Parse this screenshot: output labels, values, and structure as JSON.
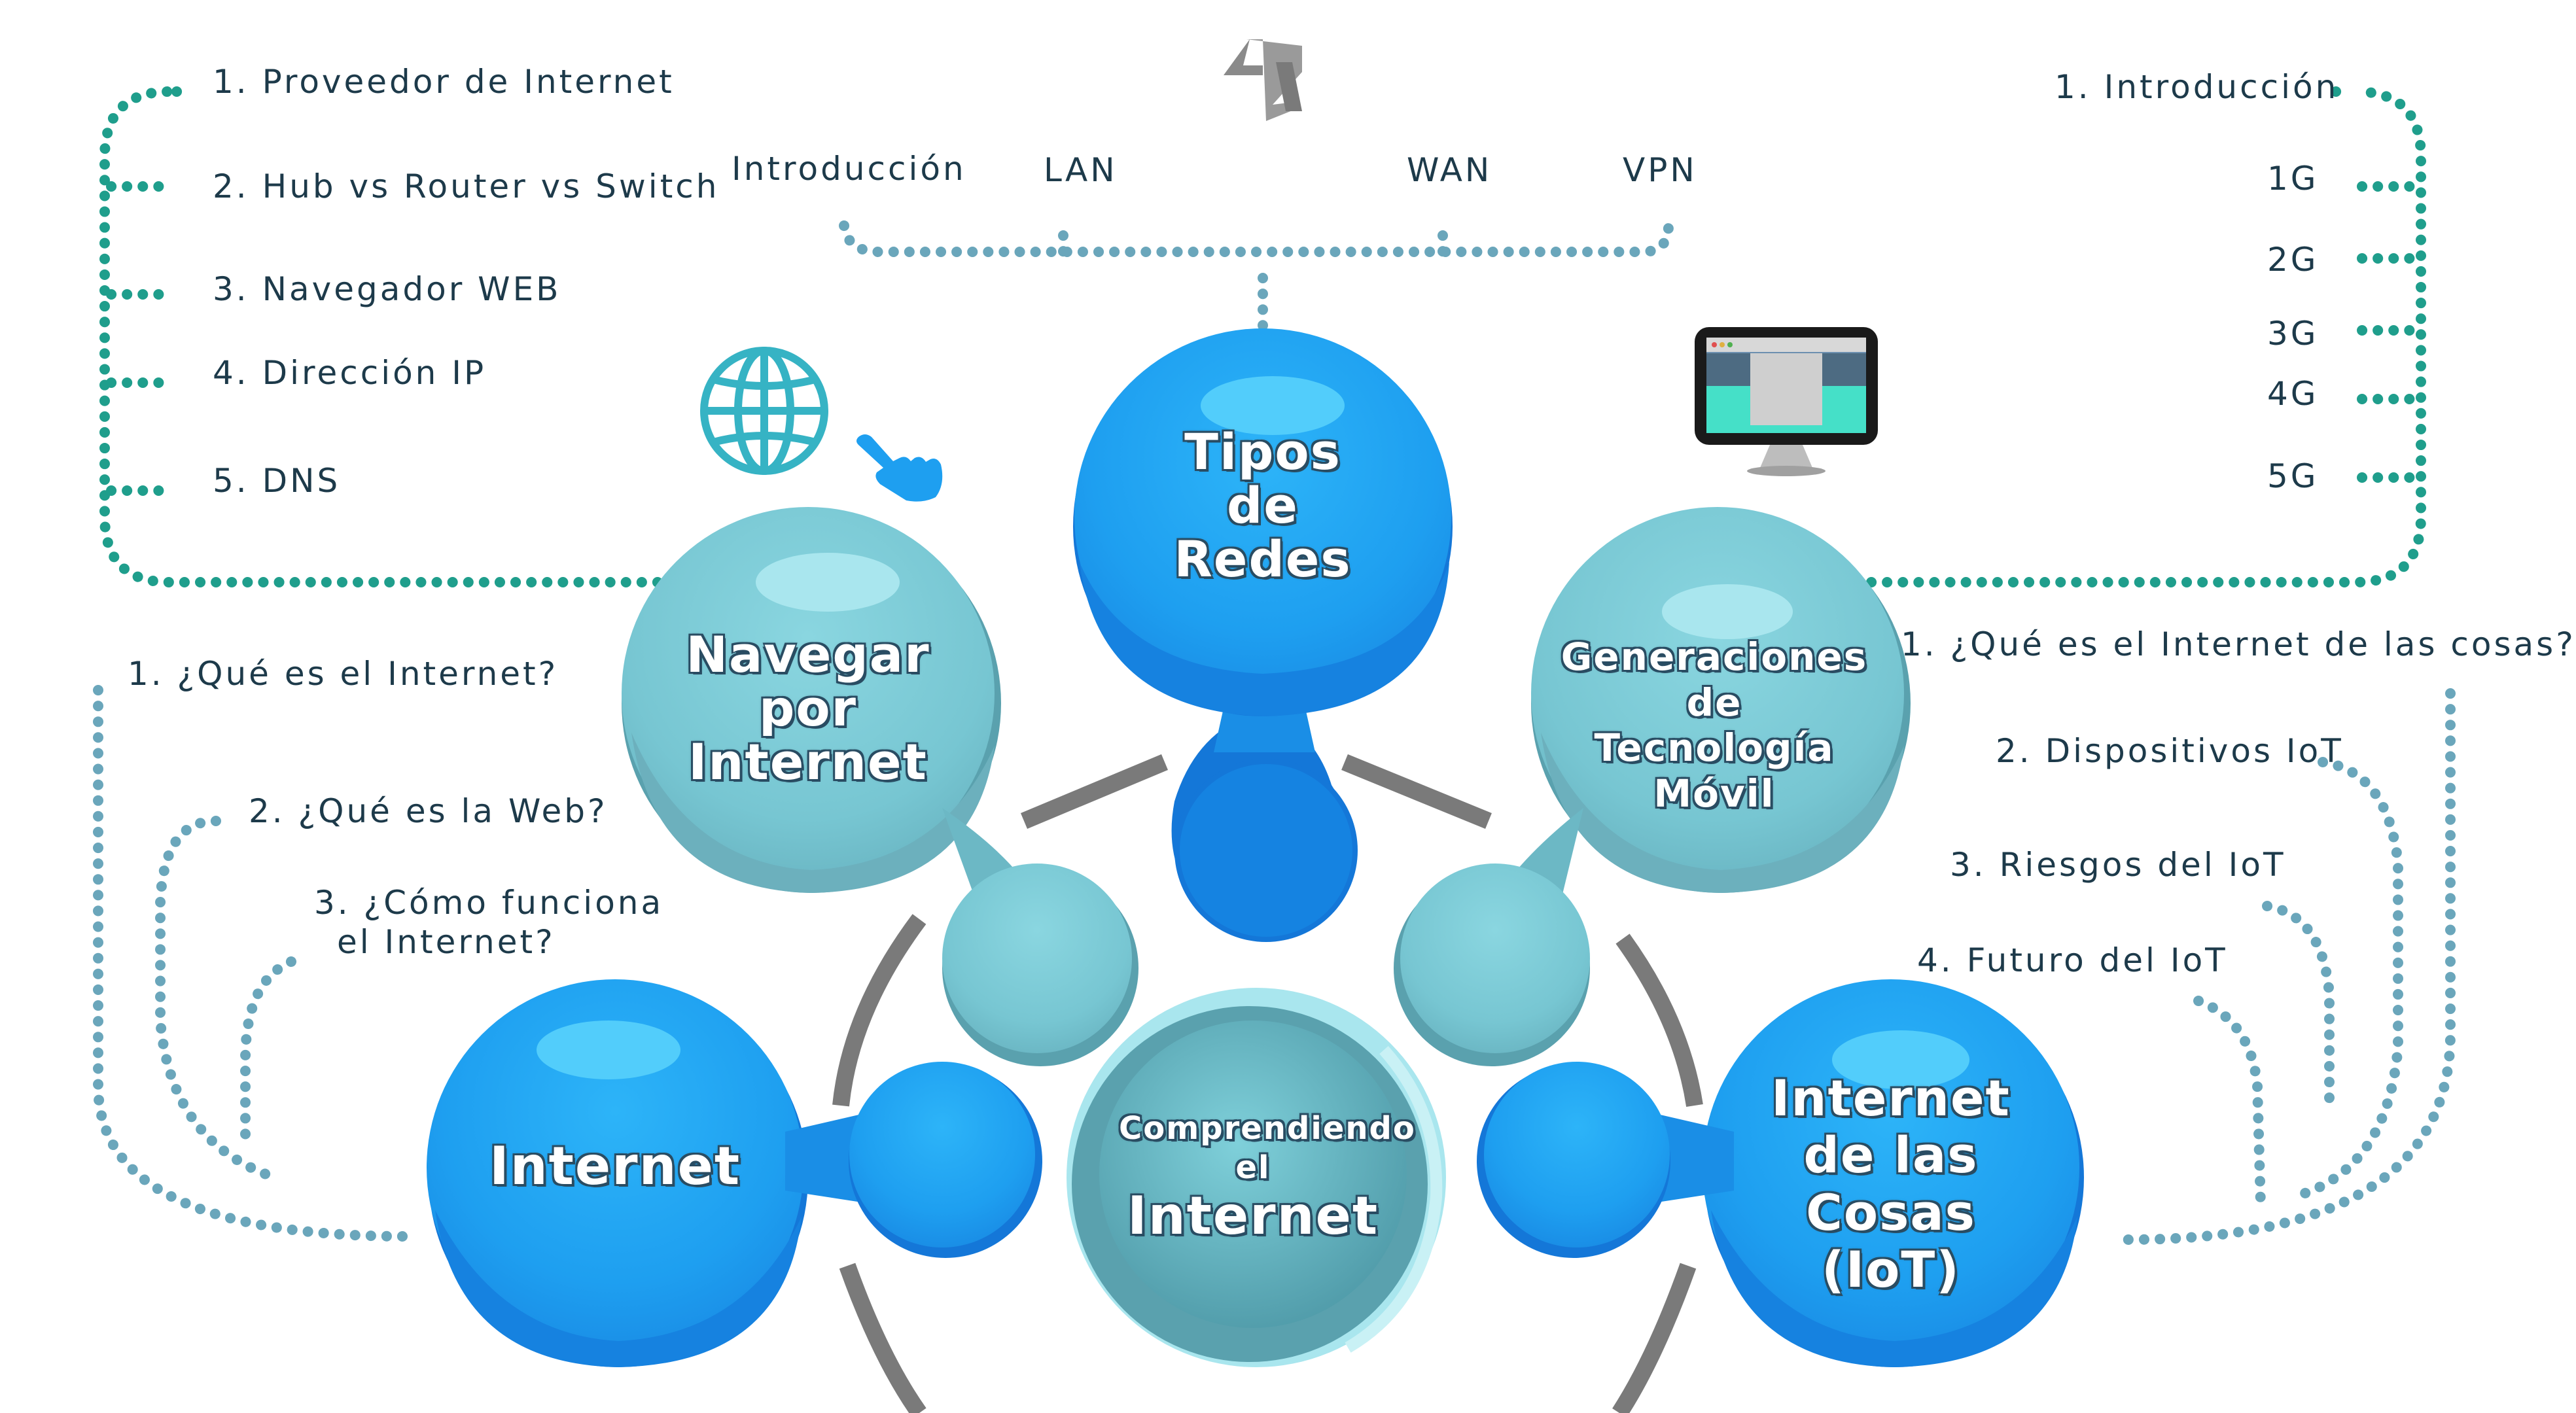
{
  "colors": {
    "blue_main": "#1fa4f2",
    "blue_dark": "#1477d8",
    "blue_light": "#52cdfb",
    "teal_main": "#7ccbd6",
    "teal_dark": "#5aa1ae",
    "teal_light": "#a9e6ee",
    "gray_arc": "#7a7a7a",
    "dots_teal": "#1f9e8c",
    "dots_blue": "#6aa6bb",
    "text": "#1d3a4a"
  },
  "nodes": {
    "center": {
      "lines": [
        "Comprendiendo",
        "el",
        "Internet"
      ]
    },
    "tipos_redes": {
      "lines": [
        "Tipos",
        "de",
        "Redes"
      ]
    },
    "navegar": {
      "lines": [
        "Navegar",
        "por",
        "Internet"
      ]
    },
    "generaciones": {
      "lines": [
        "Generaciones",
        "de",
        "Tecnología",
        "Móvil"
      ]
    },
    "internet": {
      "lines": [
        "Internet"
      ]
    },
    "iot": {
      "lines": [
        "Internet",
        "de las",
        "Cosas",
        "(IoT)"
      ]
    }
  },
  "branches": {
    "navegar_items": [
      "1. Proveedor de Internet",
      "2. Hub vs Router vs Switch",
      "3. Navegador WEB",
      "4. Dirección IP",
      "5. DNS"
    ],
    "redes_items": [
      "Introducción",
      "LAN",
      "WAN",
      "VPN"
    ],
    "movil_items": [
      "1. Introducción",
      "1G",
      "2G",
      "3G",
      "4G",
      "5G"
    ],
    "internet_items": [
      "1. ¿Qué es el Internet?",
      "2. ¿Qué es la Web?",
      "3. ¿Cómo funciona",
      "el Internet?"
    ],
    "iot_items": [
      "1. ¿Qué es el Internet de las cosas?",
      "2. Dispositivos IoT",
      "3. Riesgos del IoT",
      "4. Futuro del IoT"
    ]
  },
  "icons": [
    "globe-icon",
    "pointing-hand-icon",
    "computer-monitor-icon",
    "logo-icon"
  ]
}
